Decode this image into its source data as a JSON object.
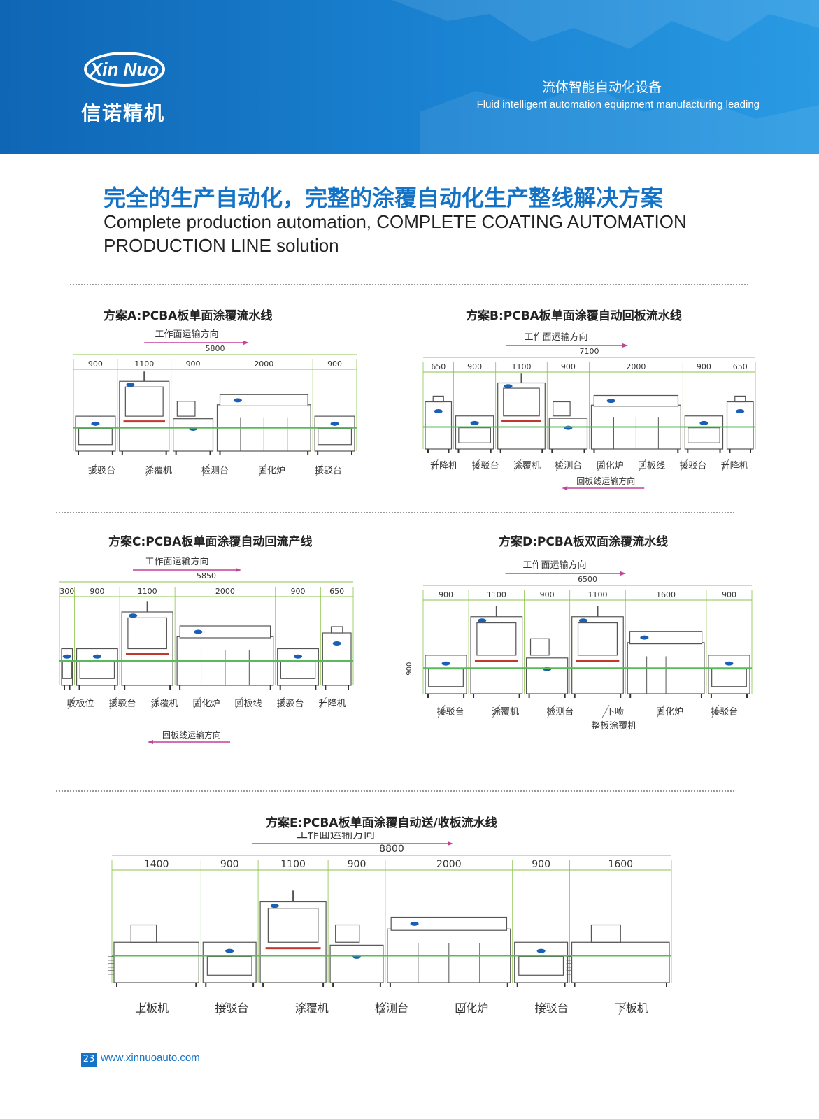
{
  "brand": {
    "logo_text": "Xin Nuo",
    "company_cn": "信诺精机",
    "tagline_cn": "流体智能自动化设备",
    "tagline_en": "Fluid intelligent automation equipment manufacturing leading"
  },
  "heading": {
    "cn": "完全的生产自动化，完整的涂覆自动化生产整线解决方案",
    "en": "Complete production automation, COMPLETE COATING AUTOMATION PRODUCTION LINE solution"
  },
  "plans": [
    {
      "title": "方案A:PCBA板单面涂覆流水线",
      "direction": "工作面运输方向",
      "total": "5800",
      "segments": [
        "900",
        "1100",
        "900",
        "2000",
        "900"
      ],
      "stations": [
        "接驳台",
        "涂覆机",
        "检测台",
        "固化炉",
        "接驳台"
      ]
    },
    {
      "title": "方案B:PCBA板单面涂覆自动回板流水线",
      "direction": "工作面运输方向",
      "total": "7100",
      "segments": [
        "650",
        "900",
        "1100",
        "900",
        "2000",
        "900",
        "650"
      ],
      "stations": [
        "升降机",
        "接驳台",
        "涂覆机",
        "检测台",
        "固化炉",
        "回板线",
        "接驳台",
        "升降机"
      ],
      "return_direction": "回板线运输方向"
    },
    {
      "title": "方案C:PCBA板单面涂覆自动回流产线",
      "direction": "工作面运输方向",
      "total": "5850",
      "segments": [
        "300",
        "900",
        "1100",
        "2000",
        "900",
        "650"
      ],
      "stations": [
        "收板位",
        "接驳台",
        "涂覆机",
        "固化炉",
        "回板线",
        "接驳台",
        "升降机"
      ],
      "return_direction": "回板线运输方向"
    },
    {
      "title": "方案D:PCBA板双面涂覆流水线",
      "direction": "工作面运输方向",
      "total": "6500",
      "segments": [
        "900",
        "1100",
        "900",
        "1100",
        "1600",
        "900"
      ],
      "stations": [
        "接驳台",
        "涂覆机",
        "检测台",
        "下喷",
        "固化炉",
        "接驳台"
      ],
      "height": "900",
      "sub_label": "整板涂覆机"
    },
    {
      "title": "方案E:PCBA板单面涂覆自动送/收板流水线",
      "direction": "工作面运输方向",
      "total": "8800",
      "segments": [
        "1400",
        "900",
        "1100",
        "900",
        "2000",
        "900",
        "1600"
      ],
      "stations": [
        "上板机",
        "接驳台",
        "涂覆机",
        "检测台",
        "固化炉",
        "接驳台",
        "下板机"
      ]
    }
  ],
  "footer": {
    "page": "23",
    "url": "www.xinnuoauto.com"
  },
  "colors": {
    "brand_blue": "#1473c6",
    "dim_green": "#8bc34a",
    "arrow_magenta": "#c2429a",
    "line_green": "#5bb85b"
  }
}
